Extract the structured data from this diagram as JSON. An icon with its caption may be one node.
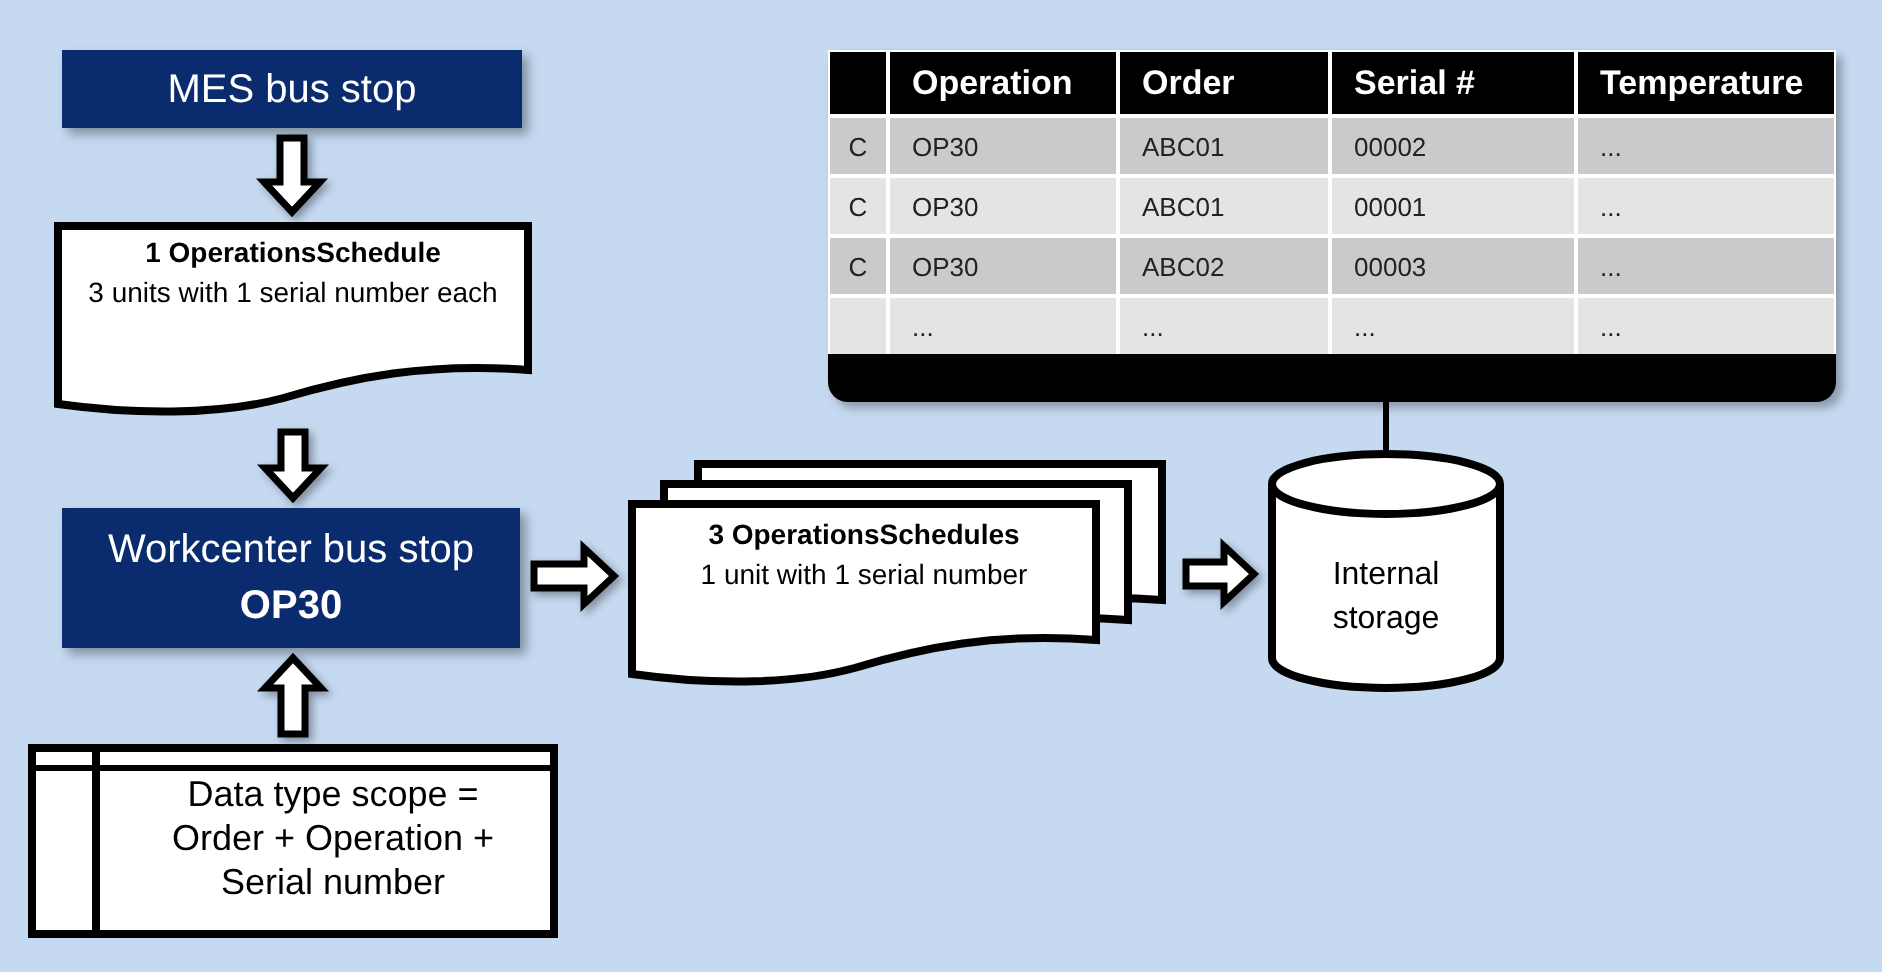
{
  "diagram": {
    "nodes": [
      {
        "text": [
          "MES bus stop"
        ]
      },
      {
        "text": [
          "1 OperationsSchedule",
          "3 units with 1 serial number each"
        ]
      },
      {
        "text": [
          "Workcenter bus stop",
          "OP30"
        ]
      },
      {
        "text": [
          "Data type scope = Order + Operation + Serial number"
        ]
      },
      {
        "text": [
          "3 OperationsSchedules",
          "1 unit with 1 serial number"
        ]
      },
      {
        "text": [
          "Internal storage"
        ]
      },
      {
        "text": [],
        "shape": "box"
      }
    ],
    "edges": [
      {
        "from": 0,
        "to": 1,
        "arrow": "to"
      },
      {
        "from": 1,
        "to": 2,
        "arrow": "to"
      },
      {
        "from": 3,
        "to": 2,
        "arrow": "to"
      },
      {
        "from": 2,
        "to": 4,
        "arrow": "to"
      },
      {
        "from": 4,
        "to": 5,
        "arrow": "to"
      },
      {
        "from": 5,
        "to": 6,
        "arrow": "none"
      }
    ],
    "labels": [
      "Operation",
      "Order",
      "Serial #",
      "Temperature",
      "C",
      "OP30",
      "ABC01",
      "00002",
      "...",
      "C",
      "OP30",
      "ABC01",
      "00001",
      "...",
      "C",
      "OP30",
      "ABC02",
      "00003",
      "...",
      "...",
      "...",
      "...",
      "..."
    ]
  }
}
